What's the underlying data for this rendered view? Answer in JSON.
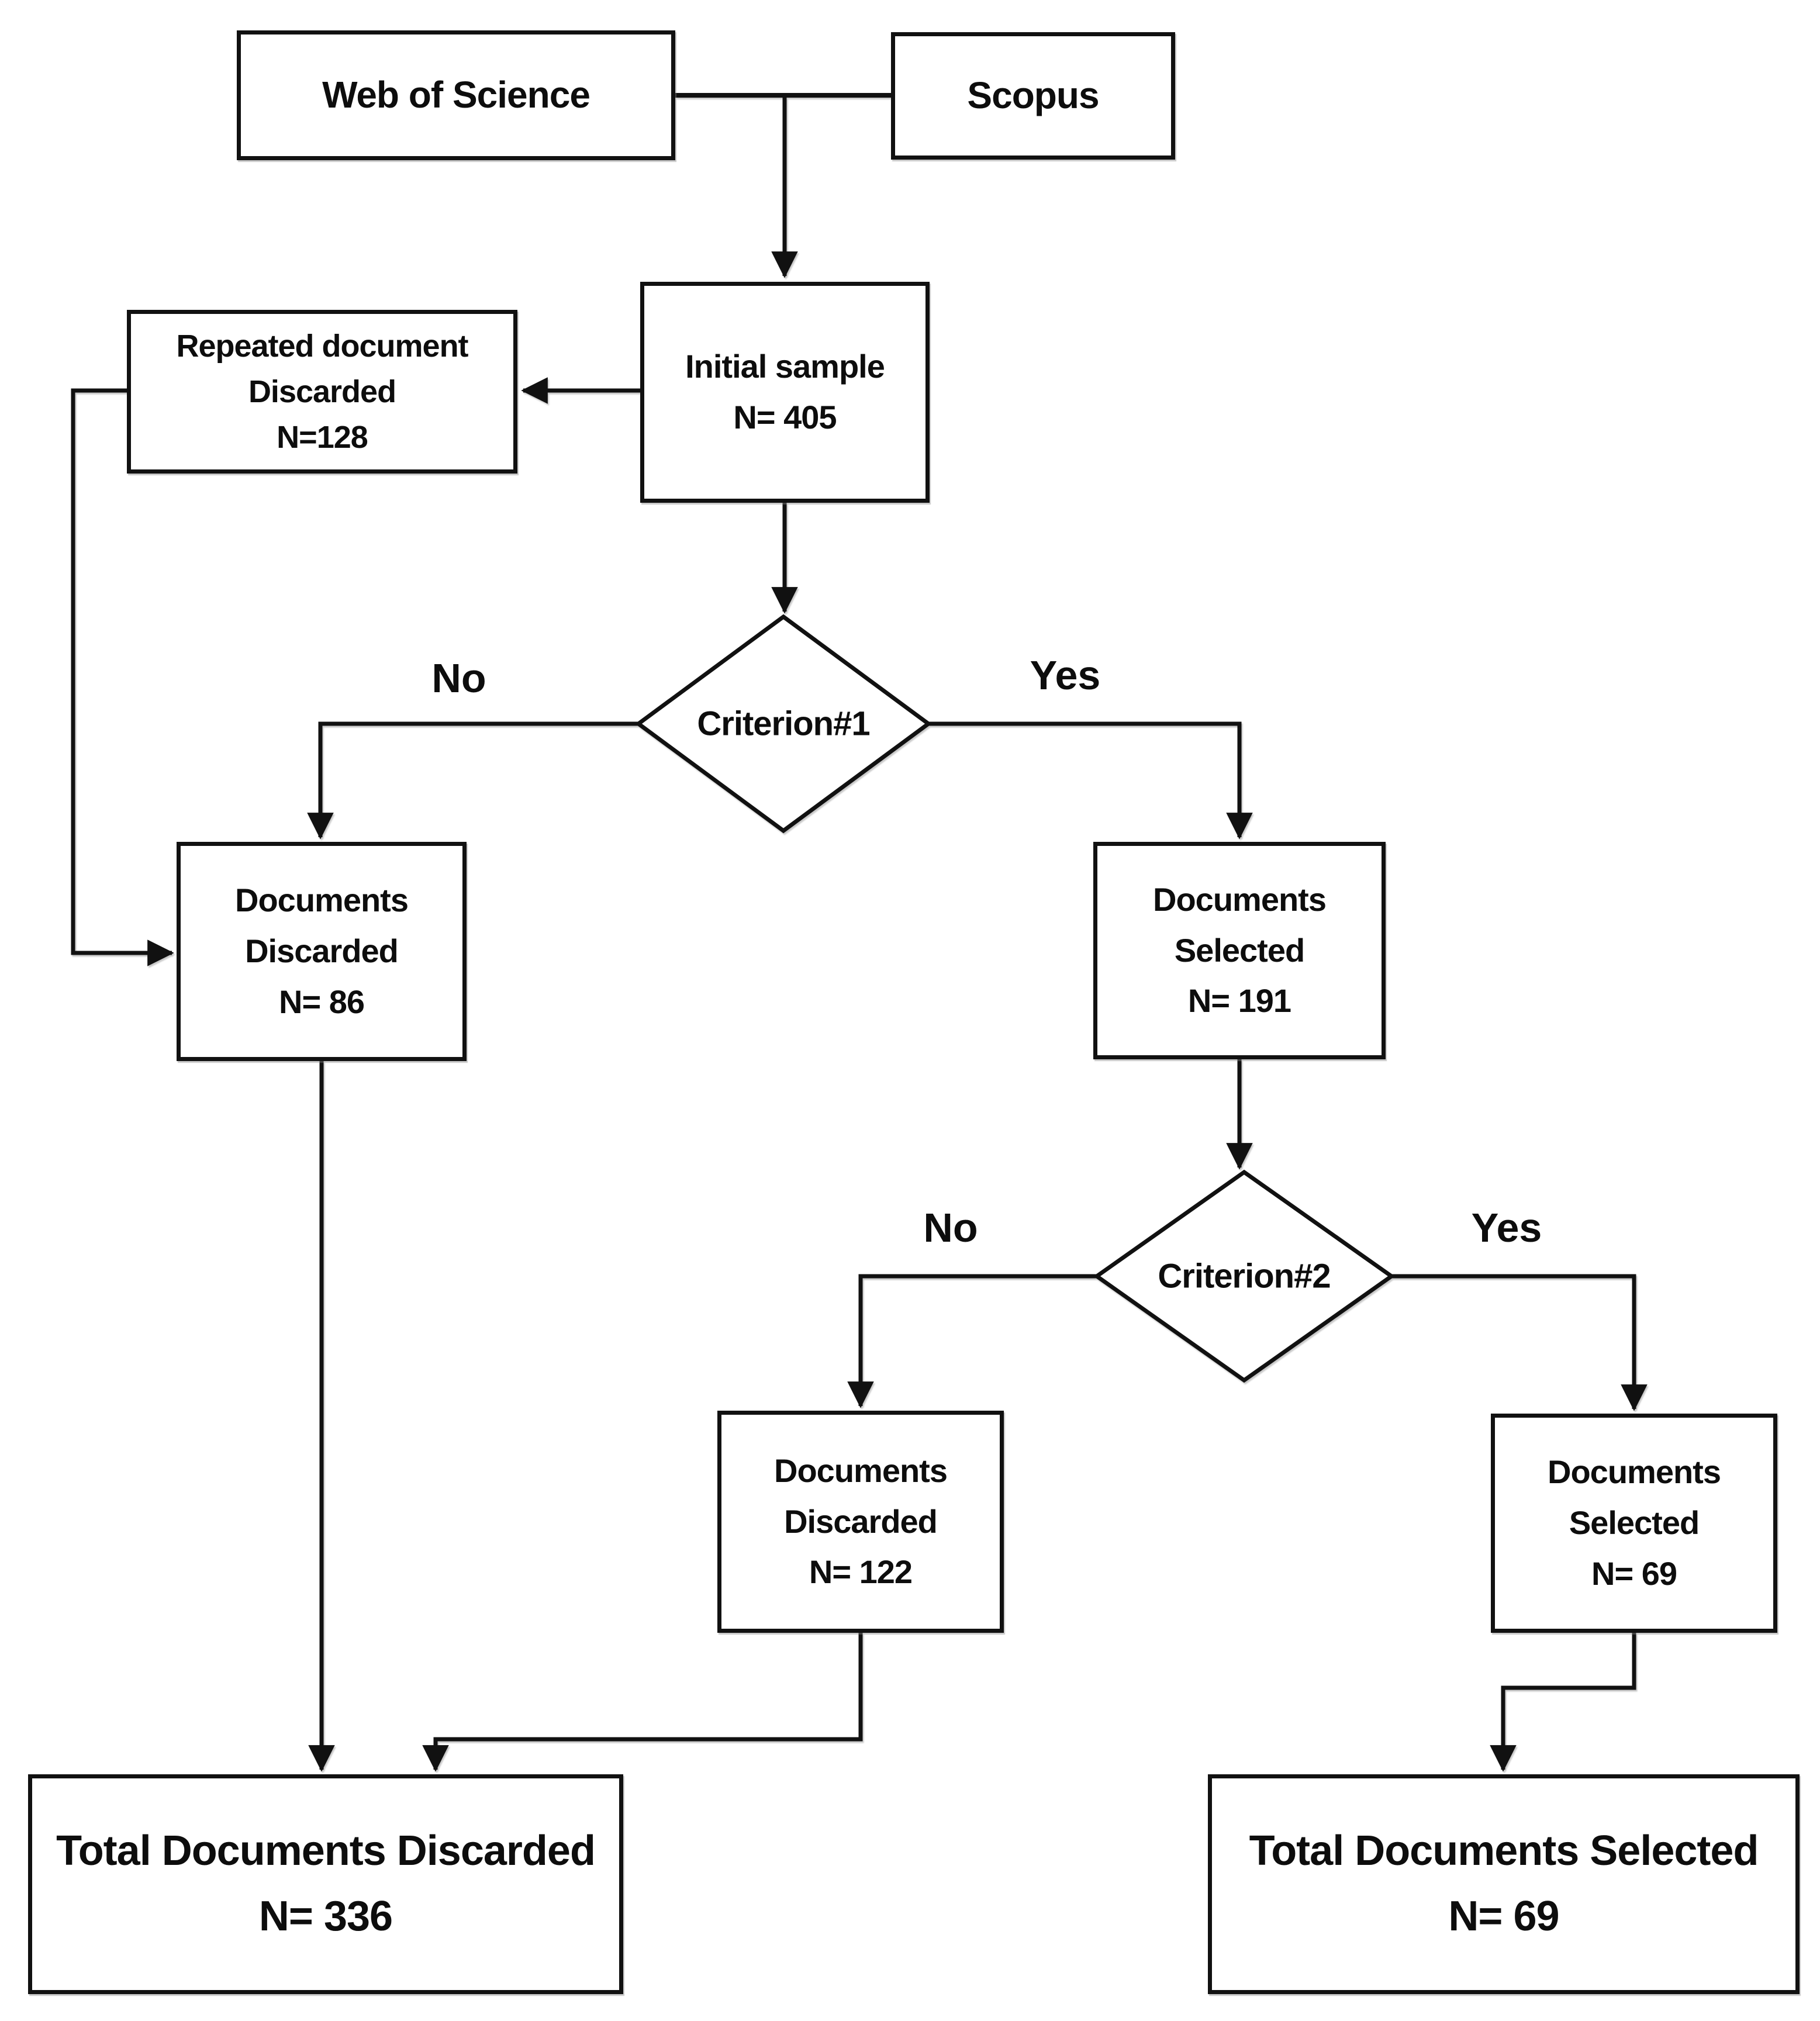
{
  "diagram": {
    "kind": "document-selection-flowchart",
    "sources": [
      "Web of Science",
      "Scopus"
    ]
  },
  "nodes": {
    "web_of_science": {
      "label": "Web of Science"
    },
    "scopus": {
      "label": "Scopus"
    },
    "initial_sample": {
      "label": "Initial sample\nN= 405"
    },
    "repeated_discarded": {
      "label": "Repeated document\nDiscarded\nN=128"
    },
    "criterion1": {
      "label": "Criterion#1"
    },
    "criterion2": {
      "label": "Criterion#2"
    },
    "docs_discarded_c1": {
      "label": "Documents\nDiscarded\nN= 86"
    },
    "docs_selected_c1": {
      "label": "Documents\nSelected\nN= 191"
    },
    "docs_discarded_c2": {
      "label": "Documents\nDiscarded\nN= 122"
    },
    "docs_selected_c2": {
      "label": "Documents\nSelected\nN= 69"
    },
    "total_discarded": {
      "label": "Total Documents Discarded\nN= 336"
    },
    "total_selected": {
      "label": "Total Documents Selected\nN= 69"
    }
  },
  "branch_labels": {
    "criterion1_no": "No",
    "criterion1_yes": "Yes",
    "criterion2_no": "No",
    "criterion2_yes": "Yes"
  },
  "counts": {
    "initial_sample": 405,
    "repeated_documents_discarded": 128,
    "documents_discarded_criterion1": 86,
    "documents_selected_criterion1": 191,
    "documents_discarded_criterion2": 122,
    "documents_selected_criterion2": 69,
    "total_documents_discarded": 336,
    "total_documents_selected": 69
  },
  "colors": {
    "line": "#111111",
    "box_border": "#111111",
    "text": "#0d0d0d",
    "background": "#ffffff"
  }
}
